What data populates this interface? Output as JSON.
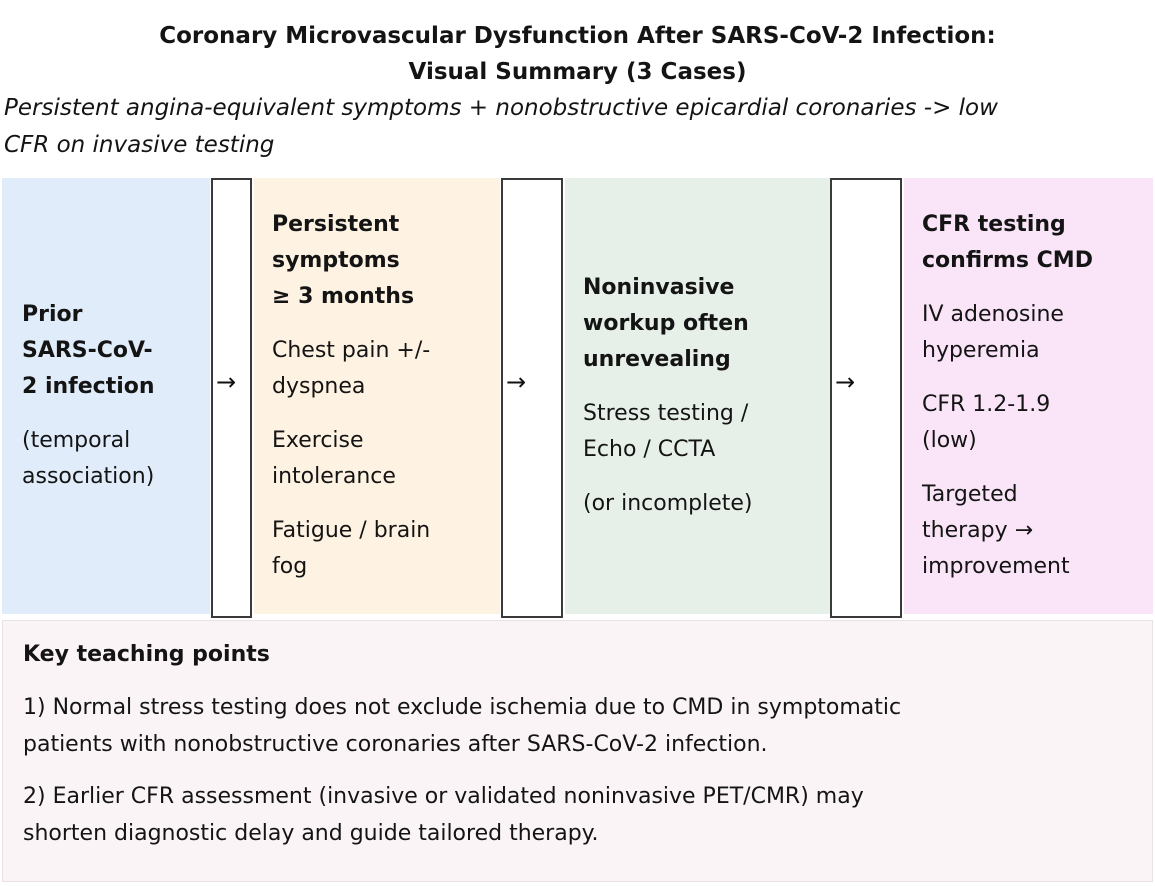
{
  "title": "Coronary Microvascular Dysfunction After SARS-CoV-2 Infection:\nVisual Summary (3 Cases)",
  "subtitle": "Persistent angina-equivalent symptoms + nonobstructive epicardial coronaries -> low\nCFR on invasive testing",
  "flow": {
    "arrow": "→",
    "boxes": [
      {
        "id": "prior-infection",
        "heading": "Prior\nSARS-CoV-\n2 infection",
        "items": [
          "(temporal\nassociation)"
        ],
        "bg": "#e1ecfb"
      },
      {
        "id": "persistent-symptoms",
        "heading": "Persistent\nsymptoms\n≥ 3 months",
        "items": [
          "Chest pain +/-\ndyspnea",
          "Exercise\nintolerance",
          "Fatigue / brain\nfog"
        ],
        "bg": "#fef3e2"
      },
      {
        "id": "noninvasive-workup",
        "heading": "Noninvasive\nworkup often\nunrevealing",
        "items": [
          "Stress testing /\nEcho / CCTA",
          "(or incomplete)"
        ],
        "bg": "#e7f0e8"
      },
      {
        "id": "cfr-testing",
        "heading": "CFR testing\nconfirms CMD",
        "items": [
          "IV adenosine\nhyperemia",
          "CFR 1.2-1.9\n(low)",
          "Targeted\ntherapy →\nimprovement"
        ],
        "bg": "#f9e5f7"
      }
    ]
  },
  "teaching": {
    "heading": "Key teaching points",
    "points": [
      "1) Normal stress testing does not exclude ischemia due to CMD in symptomatic\npatients with nonobstructive coronaries after SARS-CoV-2 infection.",
      "2) Earlier CFR assessment (invasive or validated noninvasive PET/CMR) may\nshorten diagnostic delay and guide tailored therapy."
    ],
    "bg": "#faf4f6"
  }
}
